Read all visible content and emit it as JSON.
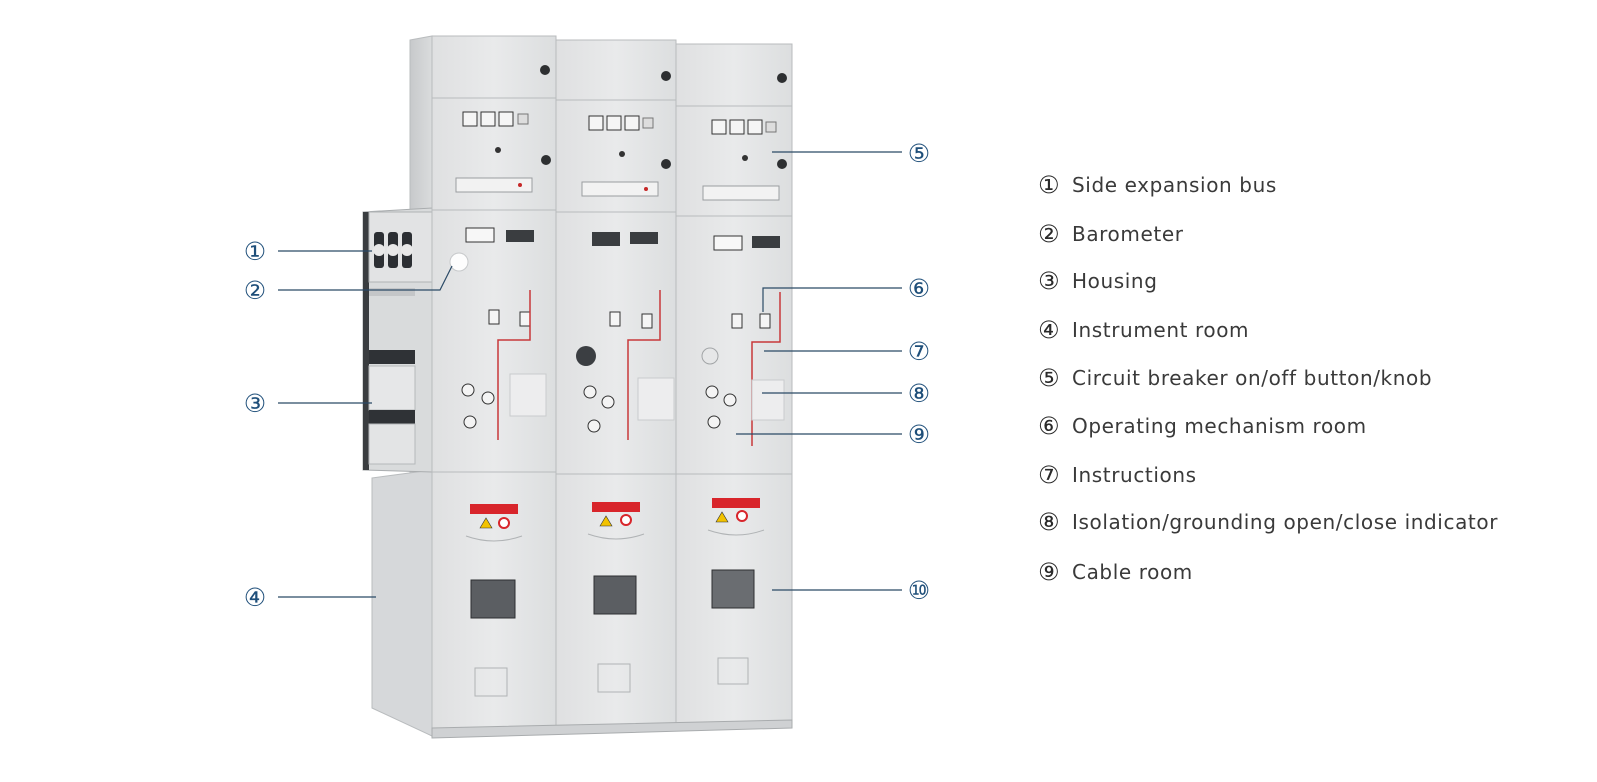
{
  "colors": {
    "callout": "#1f4f7a",
    "leader_line": "#2b4a66",
    "cabinet_face": "#e4e5e6",
    "cabinet_side": "#d3d5d6",
    "cabinet_edge": "#b7babc",
    "warning_red": "#d8252b",
    "warning_yellow": "#f2c200",
    "wire_red": "#c8383a"
  },
  "callouts": [
    {
      "number": "①"
    },
    {
      "number": "②"
    },
    {
      "number": "③"
    },
    {
      "number": "④"
    },
    {
      "number": "⑤"
    },
    {
      "number": "⑥"
    },
    {
      "number": "⑦"
    },
    {
      "number": "⑧"
    },
    {
      "number": "⑨"
    },
    {
      "number": "⑩"
    }
  ],
  "legend": [
    {
      "number": "①",
      "label": "Side expansion bus"
    },
    {
      "number": "②",
      "label": "Barometer"
    },
    {
      "number": "③",
      "label": "Housing"
    },
    {
      "number": "④",
      "label": "Instrument room"
    },
    {
      "number": "⑤",
      "label": "Circuit breaker on/off button/knob"
    },
    {
      "number": "⑥",
      "label": "Operating mechanism room"
    },
    {
      "number": "⑦",
      "label": "Instructions"
    },
    {
      "number": "⑧",
      "label": "Isolation/grounding open/close indicator"
    },
    {
      "number": "⑨",
      "label": "Cable room"
    }
  ]
}
